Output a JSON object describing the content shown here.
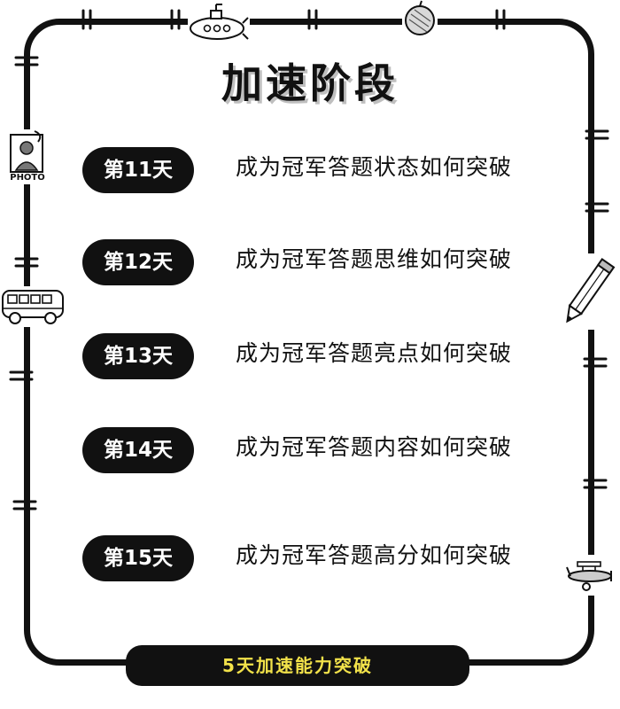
{
  "page": {
    "title": "加速阶段",
    "footer": "5天加速能力突破"
  },
  "days": [
    {
      "label": "第11天",
      "text": "成为冠军答题状态如何突破"
    },
    {
      "label": "第12天",
      "text": "成为冠军答题思维如何突破"
    },
    {
      "label": "第13天",
      "text": "成为冠军答题亮点如何突破"
    },
    {
      "label": "第14天",
      "text": "成为冠军答题内容如何突破"
    },
    {
      "label": "第15天",
      "text": "成为冠军答题高分如何突破"
    }
  ],
  "decorations": {
    "photo_label": "PHOTO",
    "icons": [
      "submarine-icon",
      "apple-icon",
      "photo-icon",
      "bus-icon",
      "pencil-icon",
      "airplane-icon"
    ]
  },
  "colors": {
    "ink": "#111111",
    "background": "#ffffff",
    "footer_text": "#f2e24a"
  }
}
